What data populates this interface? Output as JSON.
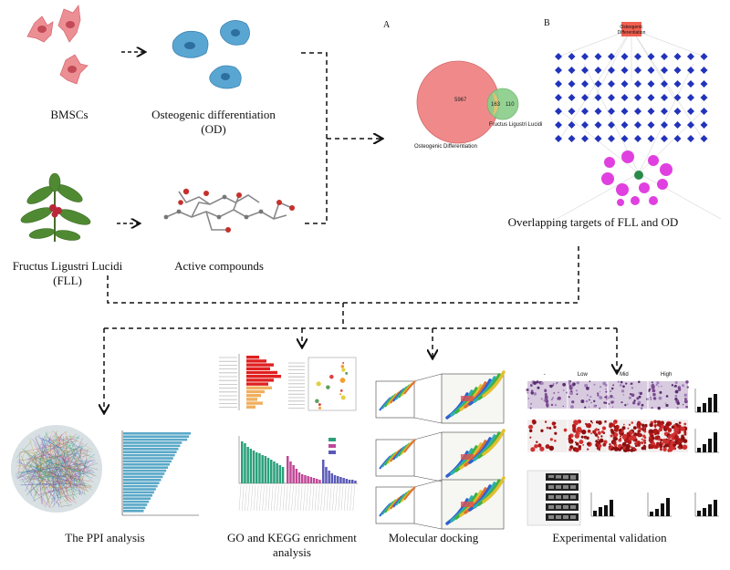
{
  "labels": {
    "bmscs": "BMSCs",
    "od_line1": "Osteogenic differentiation",
    "od_line2": "(OD)",
    "fll_line1": "Fructus Ligustri Lucidi",
    "fll_line2": "(FLL)",
    "active": "Active compounds",
    "overlap": "Overlapping targets of FLL and OD",
    "ppi": "The PPI analysis",
    "go_line1": "GO and KEGG enrichment",
    "go_line2": "analysis",
    "docking": "Molecular docking",
    "validation": "Experimental validation"
  },
  "panels": {
    "a": "A",
    "b": "B"
  },
  "venn": {
    "left_label": "Osteogenic Differentiation",
    "right_label": "Fructus Ligustri Lucidi",
    "left_count": "5967",
    "overlap_count": "163",
    "right_count": "110"
  },
  "network": {
    "top_node": "Osteogenic Differentiation"
  },
  "validation_groups": [
    "-",
    "Low",
    "Mid",
    "High"
  ],
  "colors": {
    "cell_red": "#e8868c",
    "cell_blue": "#5aa6d2",
    "venn_red": "#f08a8a",
    "venn_green": "#8ccf8c",
    "net_blue": "#2233bb",
    "net_magenta": "#e040e0",
    "bar_blue": "#5aa8c8"
  }
}
